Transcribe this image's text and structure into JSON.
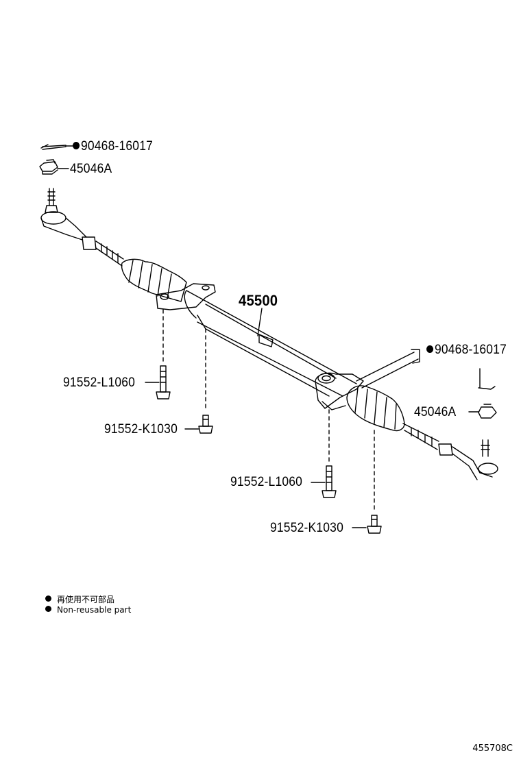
{
  "parts": {
    "cotter_pin_left": "90468-16017",
    "nut_left": "45046A",
    "gear_assembly": "45500",
    "cotter_pin_right": "90468-16017",
    "nut_right": "45046A",
    "bolt_left_long": "91552-L1060",
    "bolt_left_short": "91552-K1030",
    "bolt_right_long": "91552-L1060",
    "bolt_right_short": "91552-K1030"
  },
  "legend": {
    "line_ja": "再使用不可部品",
    "line_en": "Non-reusable part"
  },
  "catalog_number": "455708C"
}
